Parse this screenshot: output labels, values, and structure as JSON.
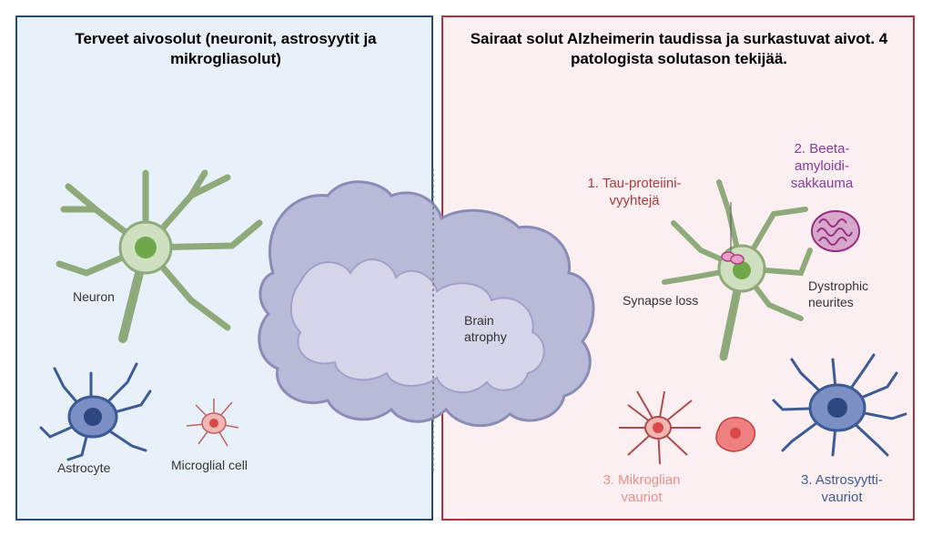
{
  "left_panel": {
    "title": "Terveet aivosolut (neuronit, astrosyytit ja mikrogliasolut)",
    "labels": {
      "neuron": "Neuron",
      "astrocyte": "Astrocyte",
      "microglial": "Microglial cell"
    }
  },
  "right_panel": {
    "title": "Sairaat solut Alzheimerin taudissa ja surkastuvat aivot. 4 patologista solutason tekijää.",
    "labels": {
      "brain_atrophy": "Brain\natrophy",
      "tau": "1. Tau-proteiini-\nvyyhtejä",
      "beta": "2. Beeta-\namyloidi-\nsakkauma",
      "synapse_loss": "Synapse loss",
      "dystrophic": "Dystrophic\nneurites",
      "microglia_damage": "3. Mikroglian\nvauriot",
      "astro_damage": "3. Astrosyytti-\nvauriot"
    }
  },
  "colors": {
    "left_border": "#1f4e79",
    "right_border": "#b0303c",
    "tau_label": "#b03a3a",
    "beta_label": "#8a3aa0",
    "microglia_label": "#e8918a",
    "astro_label": "#3c5a96"
  }
}
